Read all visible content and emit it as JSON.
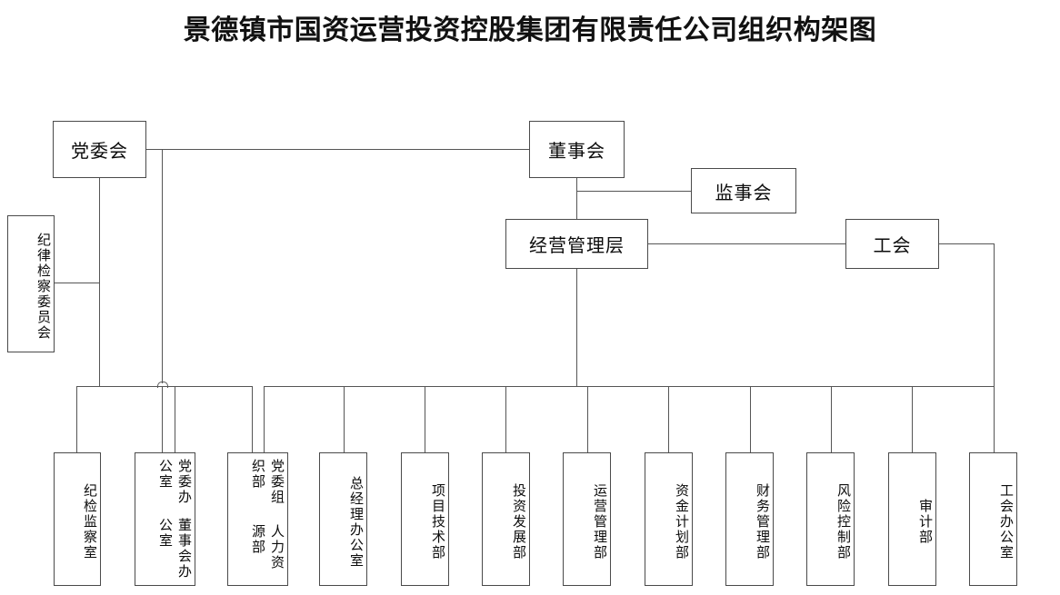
{
  "title": "景德镇市国资运营投资控股集团有限责任公司组织构架图",
  "top_nodes": {
    "party_committee": "党委会",
    "discipline_committee": "纪律检察委员会",
    "board_of_directors": "董事会",
    "board_of_supervisors": "监事会",
    "management": "经营管理层",
    "labor_union": "工会"
  },
  "departments": [
    {
      "label": "纪检监察室"
    },
    {
      "label": "董事会办公室",
      "label2": "党委办公室"
    },
    {
      "label": "人力资源部",
      "label2": "党委组织部"
    },
    {
      "label": "总经理办公室"
    },
    {
      "label": "项目技术部"
    },
    {
      "label": "投资发展部"
    },
    {
      "label": "运营管理部"
    },
    {
      "label": "资金计划部"
    },
    {
      "label": "财务管理部"
    },
    {
      "label": "风险控制部"
    },
    {
      "label": "审计部"
    },
    {
      "label": "工会办公室"
    }
  ],
  "colors": {
    "line": "#555555",
    "border": "#4a4a4a",
    "text": "#0c0c0c",
    "background": "#ffffff"
  }
}
